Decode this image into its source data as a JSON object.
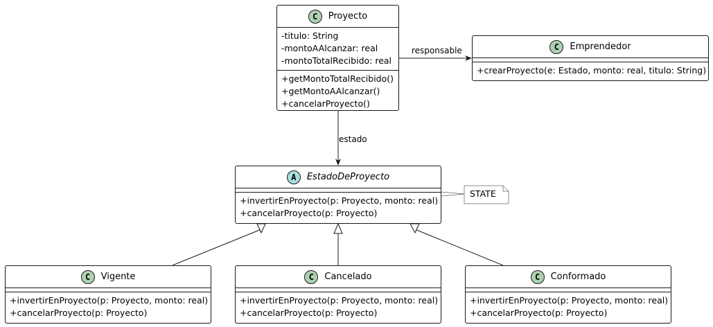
{
  "proyecto": {
    "name": "Proyecto",
    "badge": "C",
    "attributes": [
      "-titulo: String",
      "-montoAAlcanzar: real",
      "-montoTotalRecibido: real"
    ],
    "methods": [
      "+getMontoTotalRecibido()",
      "+getMontoAAlcanzar()",
      "+cancelarProyecto()"
    ]
  },
  "emprendedor": {
    "name": "Emprendedor",
    "badge": "C",
    "methods": [
      "+crearProyecto(e: Estado, monto: real, titulo: String)"
    ]
  },
  "estado_de_proyecto": {
    "name": "EstadoDeProyecto",
    "badge": "A",
    "methods": [
      "+invertirEnProyecto(p: Proyecto, monto: real)",
      "+cancelarProyecto(p: Proyecto)"
    ]
  },
  "vigente": {
    "name": "Vigente",
    "badge": "C",
    "methods": [
      "+invertirEnProyecto(p: Proyecto, monto: real)",
      "+cancelarProyecto(p: Proyecto)"
    ]
  },
  "cancelado": {
    "name": "Cancelado",
    "badge": "C",
    "methods": [
      "+invertirEnProyecto(p: Proyecto, monto: real)",
      "+cancelarProyecto(p: Proyecto)"
    ]
  },
  "conformado": {
    "name": "Conformado",
    "badge": "C",
    "methods": [
      "+invertirEnProyecto(p: Proyecto, monto: real)",
      "+cancelarProyecto(p: Proyecto)"
    ]
  },
  "note": {
    "text": "STATE"
  },
  "relations": {
    "responsable": "responsable",
    "estado": "estado"
  }
}
